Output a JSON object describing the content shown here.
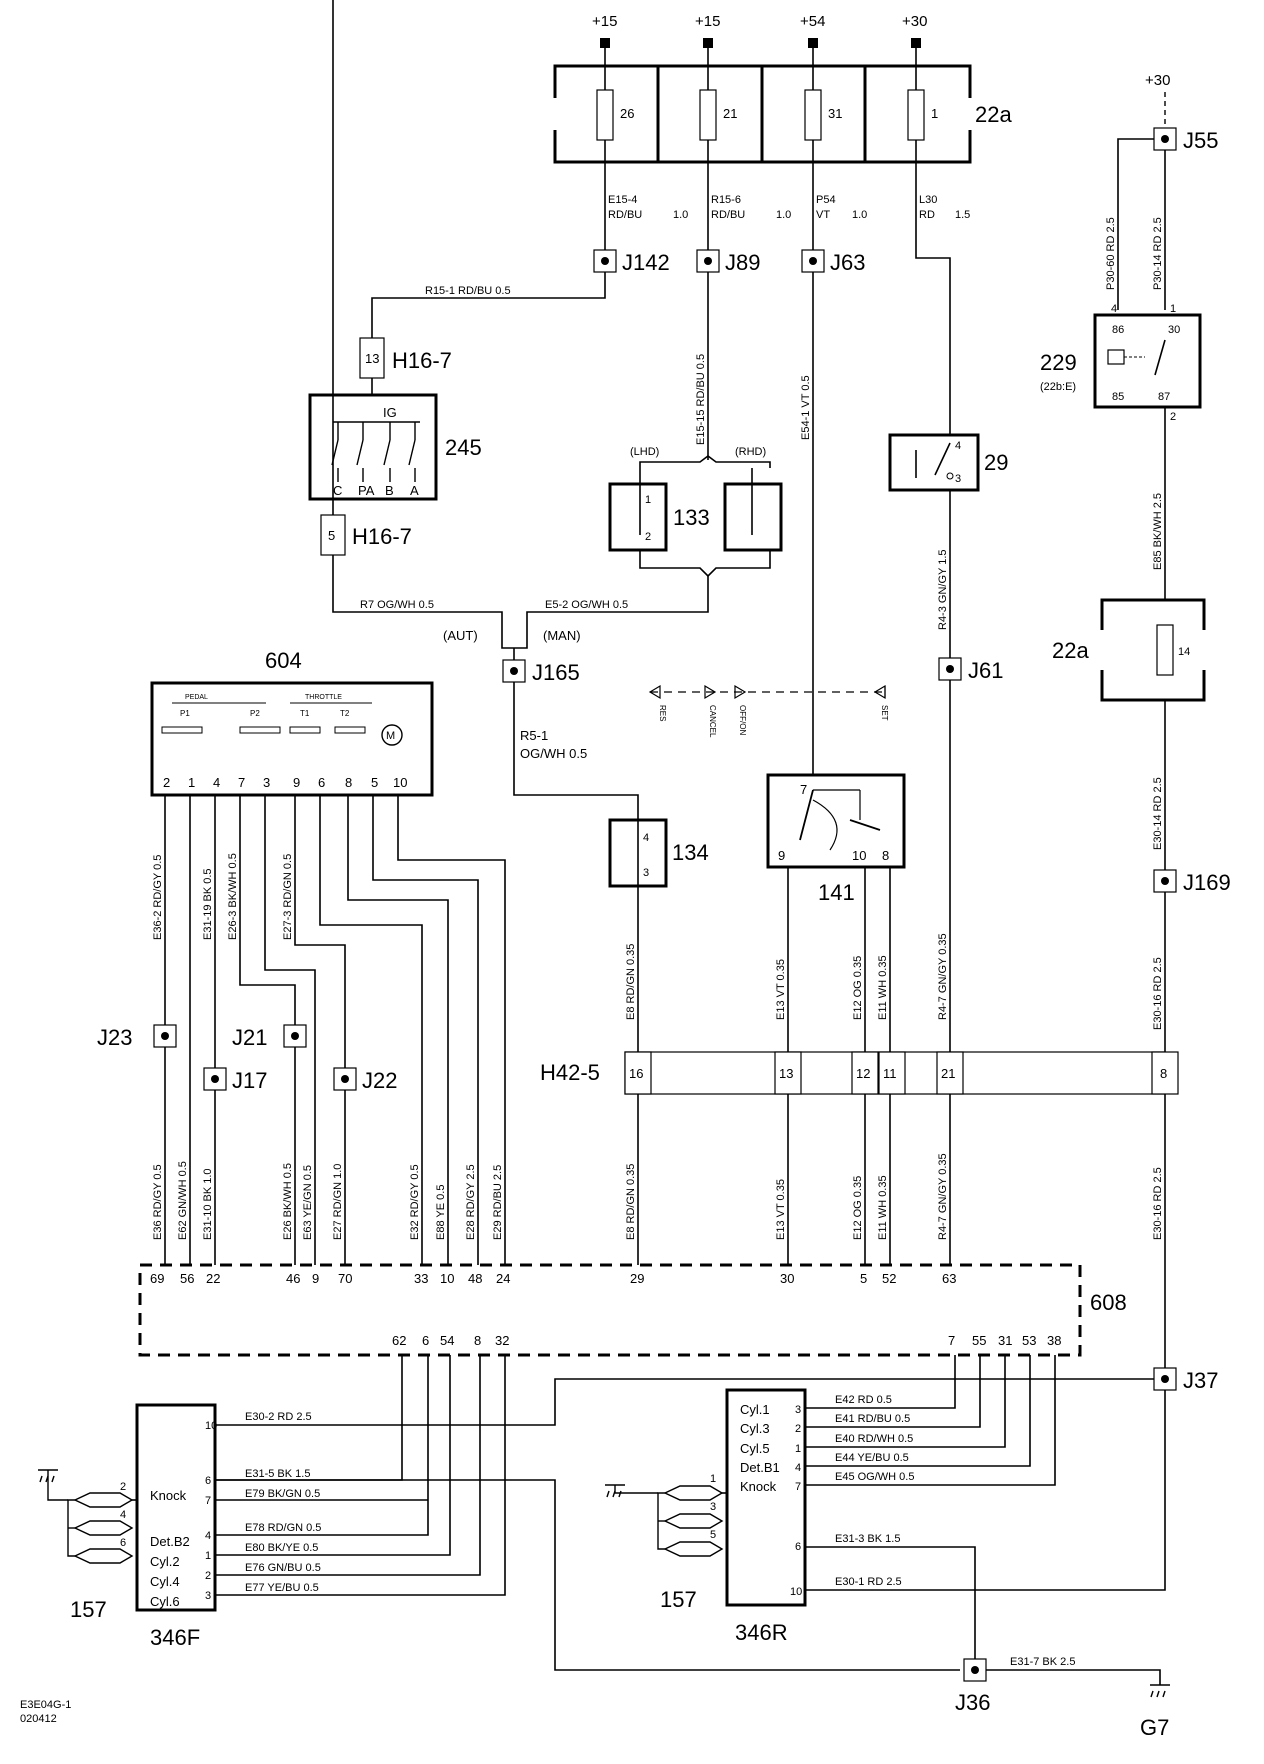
{
  "supplies": [
    "+15",
    "+15",
    "+54",
    "+30"
  ],
  "fuse_box_top": {
    "id": "22a",
    "fuses": [
      "26",
      "21",
      "31",
      "1"
    ]
  },
  "fuse_wires_top": [
    {
      "code": "E15-4",
      "color": "RD/BU",
      "gauge": "1.0"
    },
    {
      "code": "R15-6",
      "color": "RD/BU",
      "gauge": "1.0"
    },
    {
      "code": "P54",
      "color": "VT",
      "gauge": "1.0"
    },
    {
      "code": "L30",
      "color": "RD",
      "gauge": "1.5"
    }
  ],
  "junctions": {
    "j142": "J142",
    "j89": "J89",
    "j63": "J63",
    "j55": "J55",
    "j165": "J165",
    "j61": "J61",
    "j169": "J169",
    "j23": "J23",
    "j21": "J21",
    "j17": "J17",
    "j22": "J22",
    "j37": "J37",
    "j36": "J36"
  },
  "supply_right": "+30",
  "ground_main": "G7",
  "wires": {
    "r15_1": "R15-1  RD/BU  0.5",
    "e15_15": "E15-15  RD/BU  0.5",
    "e54_1": "E54-1  VT  0.5",
    "r4_3": "R4-3  GN/GY  1.5",
    "p30_60": "P30-60  RD  2.5",
    "p30_14": "P30-14  RD  2.5",
    "e85": "E85  BK/WH  2.5",
    "e30_14": "E30-14  RD  2.5",
    "e30_16a": "E30-16  RD  2.5",
    "e30_16b": "E30-16  RD  2.5",
    "r7": "R7  OG/WH  0.5",
    "e5_2": "E5-2  OG/WH  0.5",
    "r5_1a": "R5-1",
    "r5_1b": "OG/WH  0.5",
    "e31_7": "E31-7  BK  2.5"
  },
  "connectors": {
    "h16_7": "H16-7",
    "pin13": "13",
    "pin5": "5",
    "h42_5": "H42-5"
  },
  "switch_245": {
    "id": "245",
    "ig": "IG",
    "terms": [
      "C",
      "PA",
      "B",
      "A"
    ]
  },
  "comp_133": {
    "id": "133",
    "lhd": "(LHD)",
    "rhd": "(RHD)",
    "pins": [
      "1",
      "2"
    ]
  },
  "comp_29": {
    "id": "29",
    "pins": [
      "4",
      "3"
    ]
  },
  "relay_229": {
    "id": "229",
    "sub": "(22b:E)",
    "pins": [
      "86",
      "30",
      "85",
      "87"
    ],
    "ext_pins": [
      "4",
      "1",
      "2"
    ]
  },
  "fuse_22a_right": {
    "id": "22a",
    "fuse": "14"
  },
  "aut_man": {
    "aut": "(AUT)",
    "man": "(MAN)"
  },
  "comp_604": {
    "id": "604",
    "pedal": "PEDAL",
    "throttle": "THROTTLE",
    "sub": [
      "P1",
      "P2",
      "T1",
      "T2"
    ],
    "pins": [
      "2",
      "1",
      "4",
      "7",
      "3",
      "9",
      "6",
      "8",
      "5",
      "10"
    ],
    "motor": "M"
  },
  "comp_134": {
    "id": "134",
    "pins": [
      "4",
      "3"
    ]
  },
  "comp_141": {
    "id": "141",
    "pins": [
      "7",
      "9",
      "10",
      "8"
    ],
    "modes": [
      "RES",
      "CANCEL",
      "OFF/ON",
      "SET"
    ]
  },
  "upper_wires": [
    "E36-2  RD/GY  0.5",
    "E31-19  BK  0.5",
    "E26-3  BK/WH  0.5",
    "E27-3  RD/GN  0.5",
    "E8  RD/GN  0.35",
    "E13  VT  0.35",
    "E12  OG  0.35",
    "E11  WH  0.35",
    "R4-7  GN/GY  0.35"
  ],
  "h42_pins": [
    "16",
    "13",
    "12",
    "11",
    "21",
    "8"
  ],
  "lower_wires": [
    "E36  RD/GY  0.5",
    "E62  GN/WH  0.5",
    "E31-10  BK  1.0",
    "E26  BK/WH  0.5",
    "E63  YE/GN  0.5",
    "E27  RD/GN  1.0",
    "E32  RD/GY  0.5",
    "E88  YE  0.5",
    "E28  RD/GY  2.5",
    "E29  RD/BU  2.5",
    "E8  RD/GN  0.35",
    "E13  VT  0.35",
    "E12  OG  0.35",
    "E11  WH  0.35",
    "R4-7  GN/GY  0.35"
  ],
  "ecu_608": {
    "id": "608",
    "top_pins": [
      "69",
      "56",
      "22",
      "46",
      "9",
      "70",
      "33",
      "10",
      "48",
      "24",
      "29",
      "30",
      "5",
      "52",
      "63"
    ],
    "bottom_pins": [
      "62",
      "6",
      "54",
      "8",
      "32",
      "7",
      "55",
      "31",
      "53",
      "38"
    ]
  },
  "module_346f": {
    "id": "346F",
    "sensor": "157",
    "labels": [
      "Knock",
      "Det.B2",
      "Cyl.2",
      "Cyl.4",
      "Cyl.6"
    ],
    "pins": [
      "10",
      "6",
      "7",
      "4",
      "1",
      "2",
      "3"
    ],
    "knock_pins": [
      "2",
      "4",
      "6"
    ],
    "wires": [
      "E30-2  RD  2.5",
      "E31-5  BK  1.5",
      "E79  BK/GN  0.5",
      "E78  RD/GN  0.5",
      "E80  BK/YE  0.5",
      "E76  GN/BU  0.5",
      "E77  YE/BU  0.5"
    ]
  },
  "module_346r": {
    "id": "346R",
    "sensor": "157",
    "labels": [
      "Cyl.1",
      "Cyl.3",
      "Cyl.5",
      "Det.B1",
      "Knock"
    ],
    "pins": [
      "3",
      "2",
      "1",
      "4",
      "7",
      "6",
      "10"
    ],
    "knock_pins": [
      "1",
      "3",
      "5"
    ],
    "wires": [
      "E42  RD  0.5",
      "E41  RD/BU  0.5",
      "E40  RD/WH  0.5",
      "E44  YE/BU  0.5",
      "E45  OG/WH  0.5",
      "E31-3  BK  1.5",
      "E30-1  RD  2.5"
    ]
  },
  "footer": {
    "code": "E3E04G-1",
    "date": "020412"
  }
}
